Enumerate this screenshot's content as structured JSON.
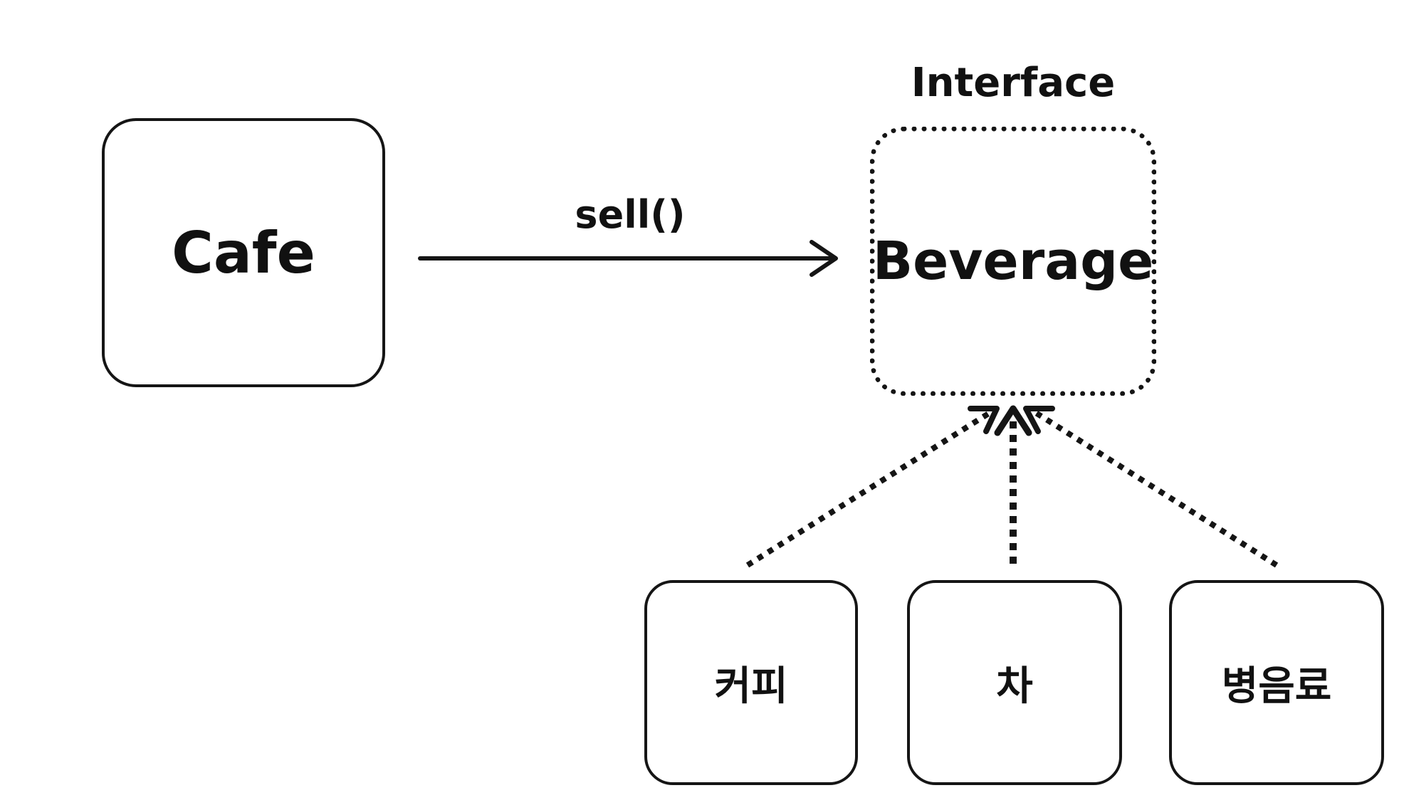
{
  "diagram": {
    "nodes": {
      "cafe": {
        "label": "Cafe"
      },
      "beverage": {
        "label": "Beverage",
        "stereotype": "Interface"
      },
      "coffee": {
        "label": "커피"
      },
      "tea": {
        "label": "차"
      },
      "bottled": {
        "label": "병음료"
      }
    },
    "edges": {
      "sell": {
        "label": "sell()",
        "from": "cafe",
        "to": "beverage",
        "style": "solid-open-arrow"
      },
      "impl_coffee": {
        "from": "coffee",
        "to": "beverage",
        "style": "dotted-arrow"
      },
      "impl_tea": {
        "from": "tea",
        "to": "beverage",
        "style": "dotted-arrow"
      },
      "impl_bottled": {
        "from": "bottled",
        "to": "beverage",
        "style": "dotted-arrow"
      }
    },
    "colors": {
      "stroke": "#151515",
      "text": "#111111",
      "background": "#ffffff"
    }
  }
}
